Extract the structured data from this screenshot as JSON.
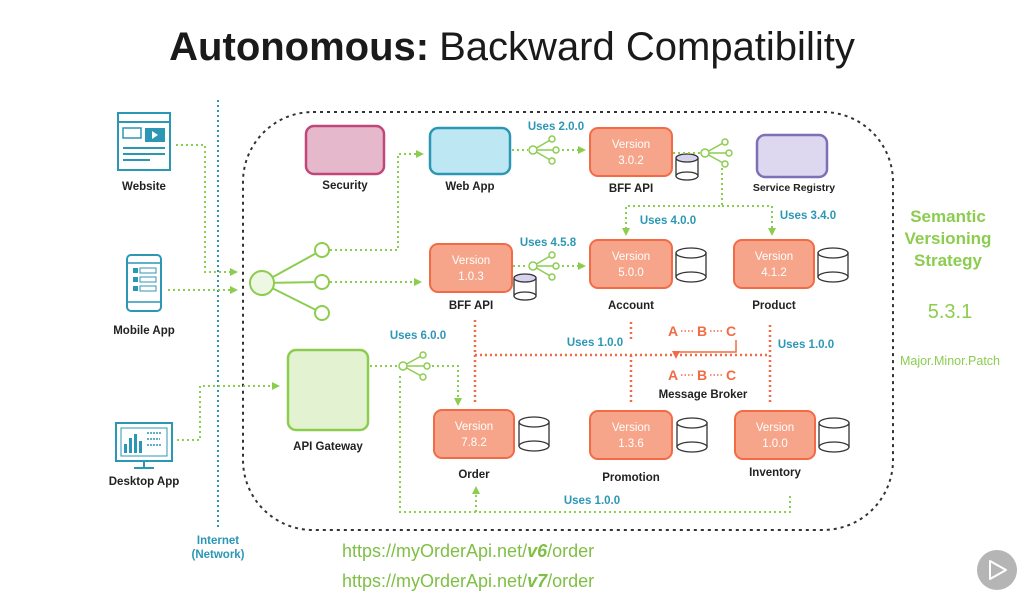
{
  "title": {
    "bold": "Autonomous:",
    "rest": "Backward Compatibility"
  },
  "clients": {
    "website": "Website",
    "mobile": "Mobile App",
    "desktop": "Desktop App"
  },
  "internet_label": {
    "line1": "Internet",
    "line2": "(Network)"
  },
  "nodes": {
    "security": "Security",
    "webapp": "Web App",
    "bff_top": {
      "label": "BFF API",
      "version_word": "Version",
      "version": "3.0.2"
    },
    "service_registry": "Service Registry",
    "bff_mid": {
      "label": "BFF API",
      "version_word": "Version",
      "version": "1.0.3"
    },
    "account": {
      "label": "Account",
      "version_word": "Version",
      "version": "5.0.0"
    },
    "product": {
      "label": "Product",
      "version_word": "Version",
      "version": "4.1.2"
    },
    "api_gateway": "API Gateway",
    "order": {
      "label": "Order",
      "version_word": "Version",
      "version": "7.8.2"
    },
    "promotion": {
      "label": "Promotion",
      "version_word": "Version",
      "version": "1.3.6"
    },
    "inventory": {
      "label": "Inventory",
      "version_word": "Version",
      "version": "1.0.0"
    },
    "message_broker": {
      "label": "Message Broker",
      "a": "A",
      "b": "B",
      "c": "C"
    }
  },
  "uses": {
    "u200": "Uses 2.0.0",
    "u400": "Uses 4.0.0",
    "u340": "Uses 3.4.0",
    "u458": "Uses 4.5.8",
    "u600": "Uses 6.0.0",
    "u100_left": "Uses 1.0.0",
    "u100_right": "Uses 1.0.0",
    "u100_bottom": "Uses 1.0.0"
  },
  "side": {
    "title1": "Semantic",
    "title2": "Versioning",
    "title3": "Strategy",
    "number": "5.3.1",
    "pattern": "Major.Minor.Patch"
  },
  "urls": [
    {
      "prefix": "https://myOrderApi.net/",
      "version": "v6",
      "suffix": "/order"
    },
    {
      "prefix": "https://myOrderApi.net/",
      "version": "v7",
      "suffix": "/order"
    }
  ],
  "colors": {
    "green": "#8ccd50",
    "orange": "#f26b45",
    "blue": "#2c97b5",
    "pink": "#c0477a",
    "lavender": "#7d6fb8"
  }
}
